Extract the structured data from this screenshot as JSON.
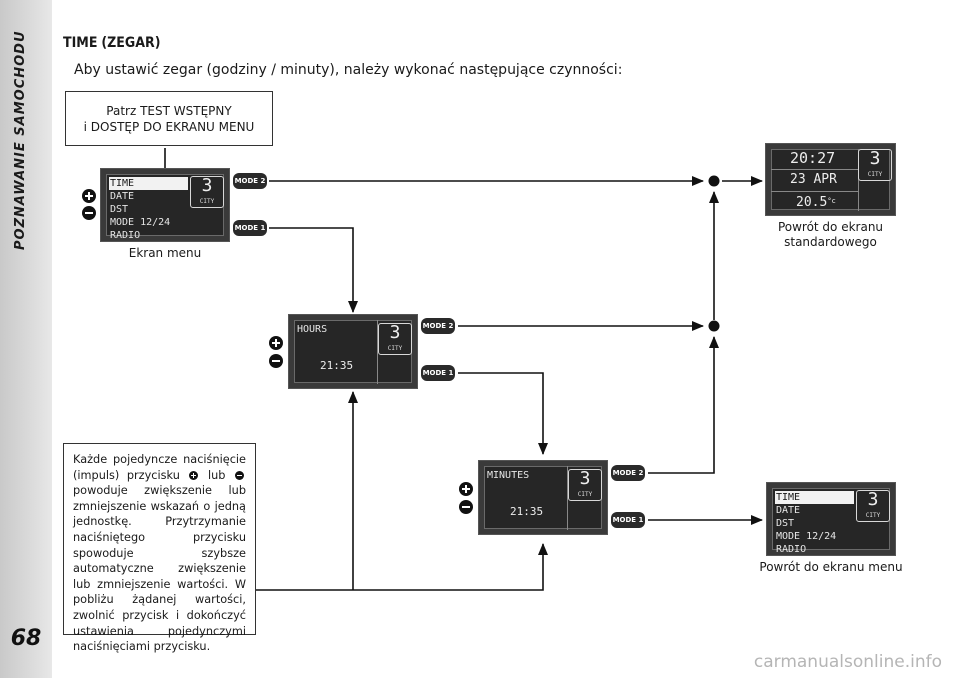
{
  "sidebar": {
    "section": "POZNAWANIE SAMOCHODU",
    "page": "68"
  },
  "heading": {
    "keyword": "TIME",
    "rest": "(ZEGAR)"
  },
  "intro": "Aby ustawić zegar (godziny / minuty), należy wykonać następujące czynności:",
  "callout_top": {
    "line1": "Patrz TEST WSTĘPNY",
    "line2": "i DOSTĘP DO EKRANU MENU"
  },
  "menu_screen": {
    "items": [
      "TIME",
      "DATE",
      "DST",
      "MODE 12/24",
      "RADIO"
    ],
    "selected": "TIME",
    "city_num": "3",
    "city_label": "CITY",
    "caption": "Ekran menu"
  },
  "standard_screen": {
    "time": "20:27",
    "date": "23 APR",
    "temp": "20.5",
    "temp_unit": "°c",
    "city_num": "3",
    "city_label": "CITY",
    "caption_line1": "Powrót do ekranu",
    "caption_line2": "standardowego"
  },
  "hours_screen": {
    "label": "HOURS",
    "value": "21:35",
    "city_num": "3",
    "city_label": "CITY"
  },
  "minutes_screen": {
    "label": "MINUTES",
    "value": "21:35",
    "city_num": "3",
    "city_label": "CITY"
  },
  "return_menu_screen": {
    "items": [
      "TIME",
      "DATE",
      "DST",
      "MODE 12/24",
      "RADIO"
    ],
    "selected": "TIME",
    "city_num": "3",
    "city_label": "CITY",
    "caption": "Powrót do ekranu menu"
  },
  "buttons": {
    "mode2": "MODE 2",
    "mode1": "MODE 1"
  },
  "note": {
    "part1": "Każde pojedyncze naciśnięcie (impuls) przycisku",
    "part_or": "lub",
    "part2": "powoduje zwiększenie lub zmniejszenie wskazań o jedną jednostkę. Przytrzymanie naciśniętego przycisku spowoduje szybsze automatyczne zwiększenie lub zmniejszenie wartości. W pobliżu żądanej wartości, zwolnić przycisk i dokończyć ustawienia pojedynczymi naciśnięciami przycisku."
  },
  "watermark": "carmanualsonline.info"
}
